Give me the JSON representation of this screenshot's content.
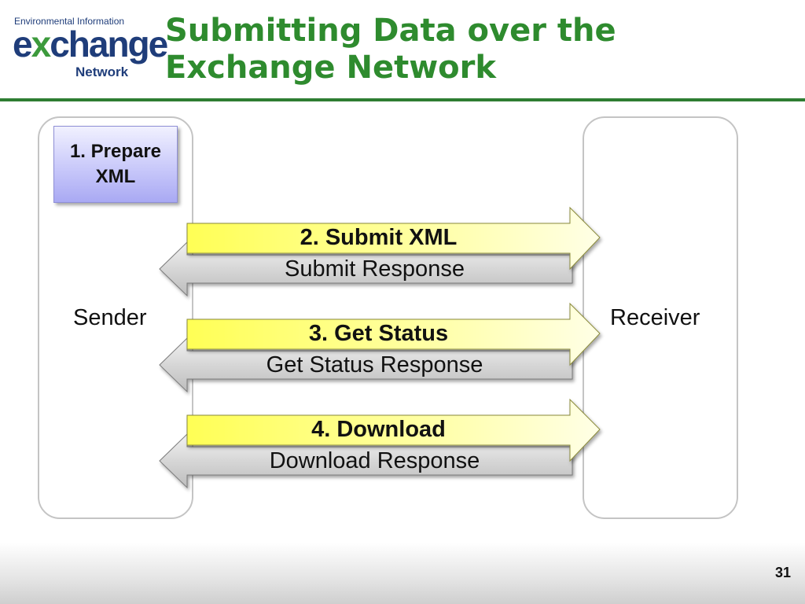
{
  "logo": {
    "top_text": "Environmental Information",
    "main_e": "e",
    "main_x": "x",
    "main_rest": "change",
    "bottom_text": "Network"
  },
  "slide": {
    "title": "Submitting Data over the\nExchange Network",
    "page_number": "31"
  },
  "diagram": {
    "sender_label": "Sender",
    "receiver_label": "Receiver",
    "prepare_step": "1. Prepare\nXML",
    "exchanges": [
      {
        "request": "2. Submit XML",
        "response": "Submit Response"
      },
      {
        "request": "3. Get Status",
        "response": "Get Status Response"
      },
      {
        "request": "4. Download",
        "response": "Download Response"
      }
    ],
    "colors": {
      "request_fill": "#ffff66",
      "response_fill": "#d9d9d9",
      "prepare_fill": "#c9c9fa",
      "title": "#2e8b2e",
      "rule": "#2e7d32"
    }
  }
}
